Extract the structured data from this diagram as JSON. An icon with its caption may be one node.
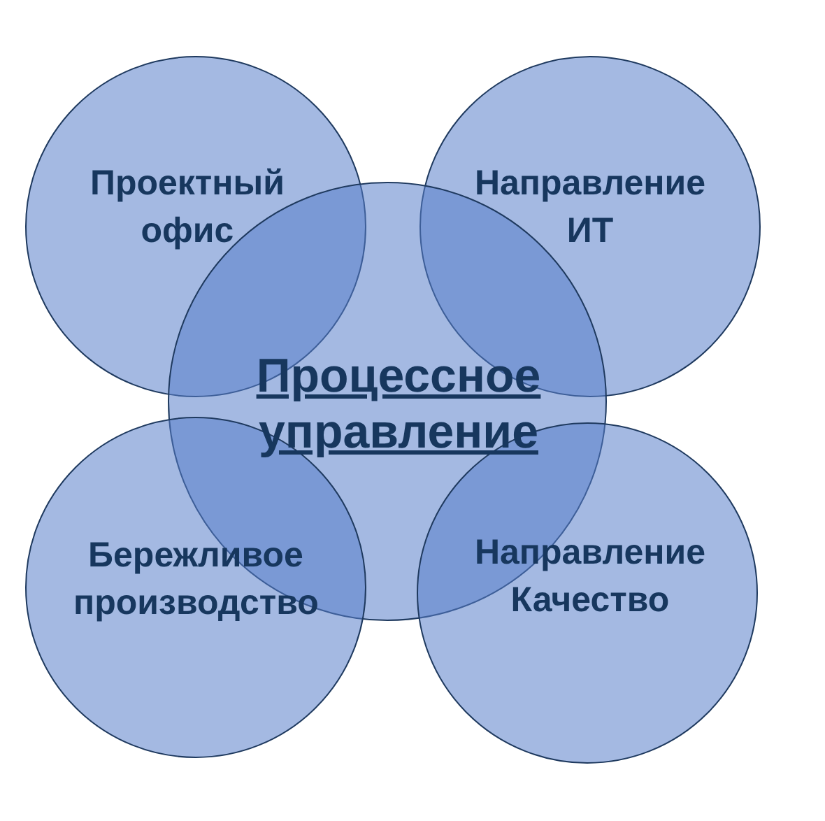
{
  "diagram": {
    "nodes": [
      {
        "text": [
          "Проектный офис"
        ]
      },
      {
        "text": [
          "Направление ИТ"
        ]
      },
      {
        "text": [
          "Процессное управление"
        ]
      },
      {
        "text": [
          "Бережливое производство"
        ]
      },
      {
        "text": [
          "Направление Качество"
        ]
      }
    ]
  }
}
